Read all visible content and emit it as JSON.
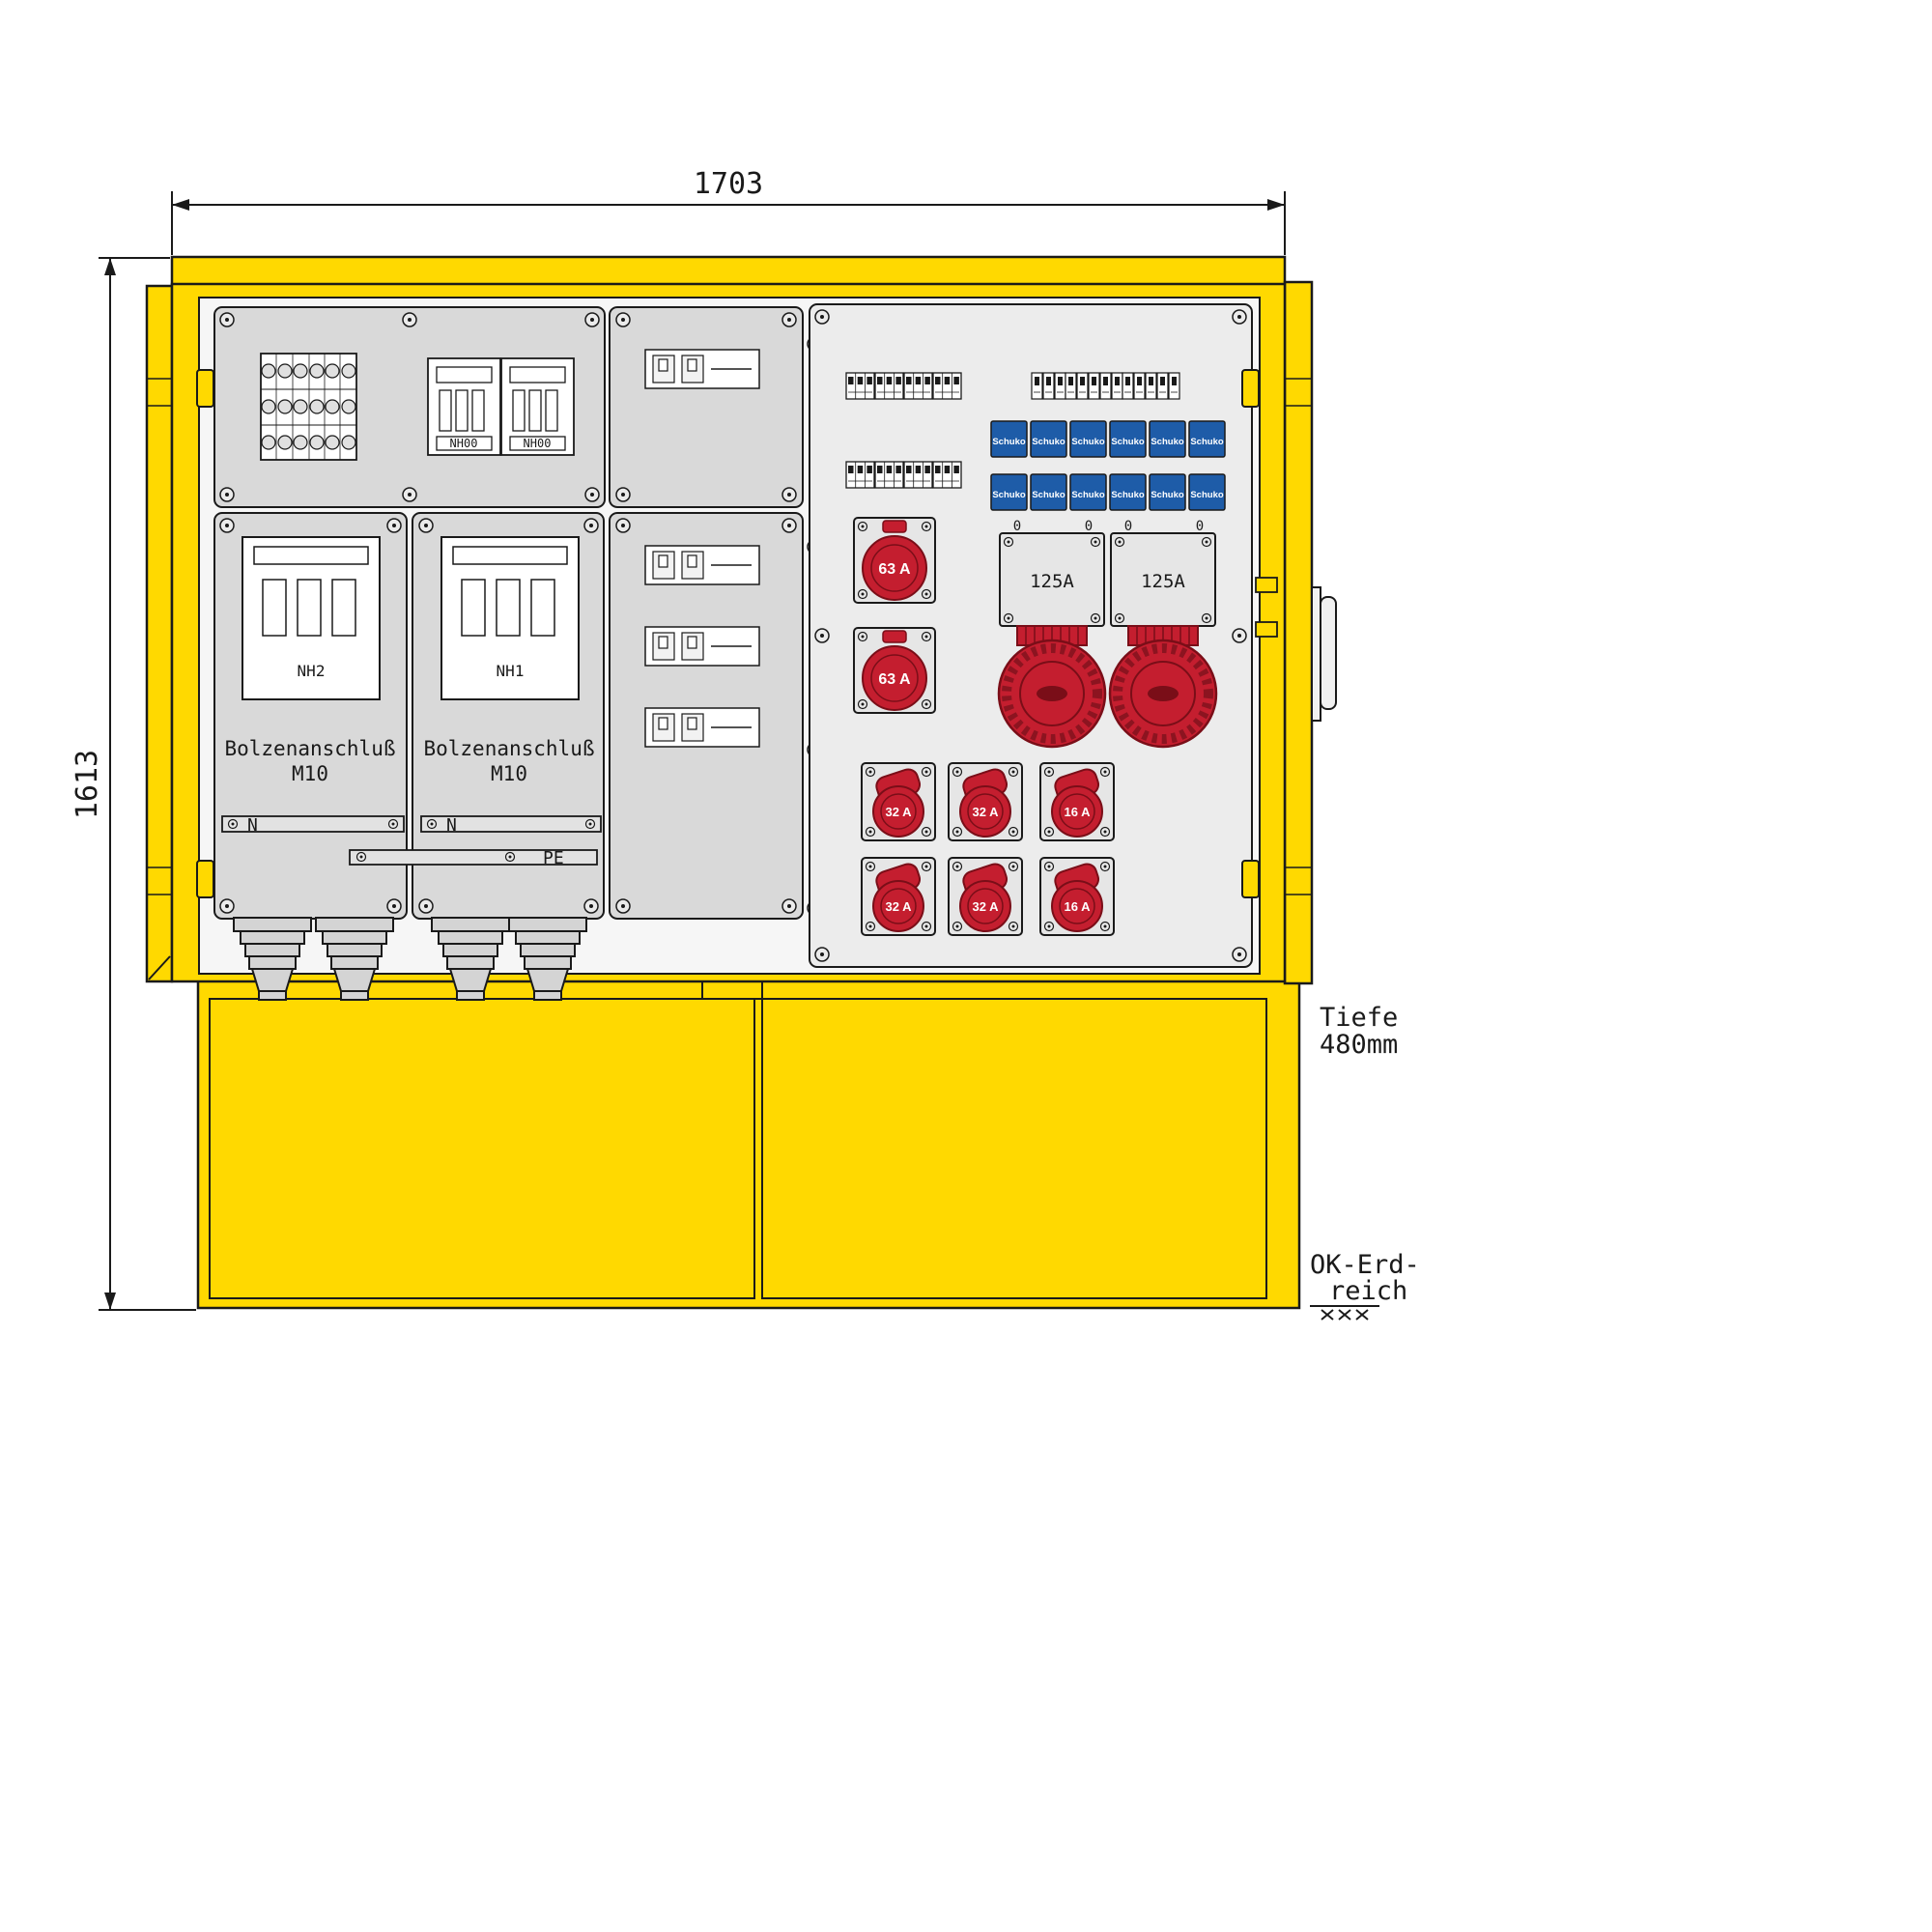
{
  "colors": {
    "yellow": "#ffd900",
    "line": "#1a1a1a",
    "red": "#c41e2f",
    "red_dark": "#7a0e18",
    "blue": "#1e5ca8",
    "panel": "#d9d9d9",
    "panel_light": "#ececec",
    "plate": "#e6e6e6"
  },
  "dimensions": {
    "width": "1703",
    "height": "1613",
    "depth_line1": "Tiefe",
    "depth_line2": "480mm",
    "ground_line1": "OK-Erd-",
    "ground_line2": "reich"
  },
  "left_bay": {
    "nh00_1": "NH00",
    "nh00_2": "NH00",
    "nh2": "NH2",
    "nh1": "NH1",
    "bolzen1_line1": "Bolzenanschluß",
    "bolzen1_line2": "M10",
    "bolzen2_line1": "Bolzenanschluß",
    "bolzen2_line2": "M10",
    "n1": "N",
    "n2": "N",
    "pe": "PE"
  },
  "right_bay": {
    "schuko": [
      "Schuko",
      "Schuko",
      "Schuko",
      "Schuko",
      "Schuko",
      "Schuko",
      "Schuko",
      "Schuko",
      "Schuko",
      "Schuko",
      "Schuko",
      "Schuko"
    ],
    "cee63_1": "63 A",
    "cee63_2": "63 A",
    "zero1": "0",
    "zero2": "0",
    "zero3": "0",
    "zero4": "0",
    "cee125_1": "125A",
    "cee125_2": "125A",
    "cee_1": "32 A",
    "cee_2": "32 A",
    "cee_3": "16 A",
    "cee_4": "32 A",
    "cee_5": "32 A",
    "cee_6": "16 A"
  }
}
